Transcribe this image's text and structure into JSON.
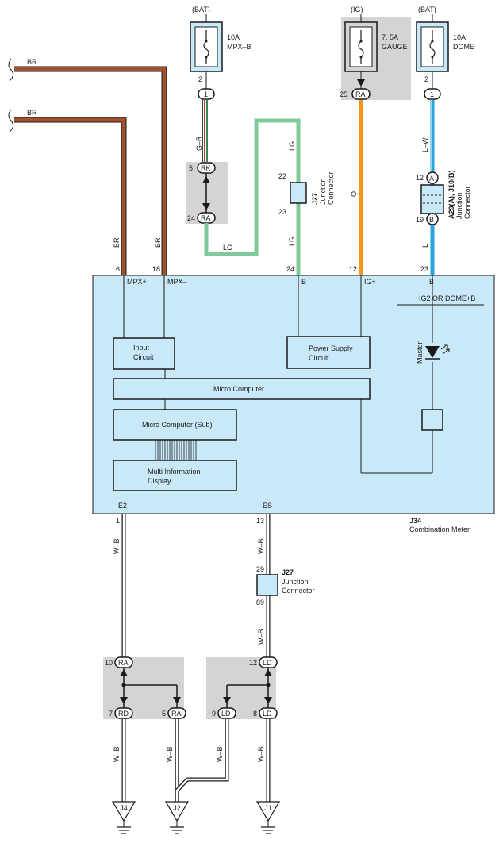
{
  "fuses": {
    "mpxb": {
      "source": "(BAT)",
      "rating": "10A",
      "name": "MPX–B",
      "pin": "2",
      "conn": "1"
    },
    "gauge": {
      "source": "(IG)",
      "rating": "7. 5A",
      "name": "GAUGE",
      "pin": "25",
      "conn": "RA"
    },
    "dome": {
      "source": "(BAT)",
      "rating": "10A",
      "name": "DOME",
      "pin": "2",
      "conn": "1"
    }
  },
  "wires": {
    "br": "BR",
    "gr": "G–R",
    "lg": "LG",
    "o": "O",
    "lw": "L–W",
    "l": "L",
    "wb": "W–B"
  },
  "connectors": {
    "rk": {
      "pin": "5",
      "label": "RK"
    },
    "ra_left": {
      "pin": "24",
      "label": "RA"
    },
    "j27_top": {
      "id": "J27",
      "line1": "Junction",
      "line2": "Connector",
      "pin_top": "22",
      "pin_bottom": "23"
    },
    "a29": {
      "id": "A29(A), J10(B)",
      "line1": "Junction",
      "line2": "Connector",
      "pin_top": "12",
      "label_top": "A",
      "pin_bottom": "19",
      "label_bottom": "B"
    },
    "j27_bottom": {
      "id": "J27",
      "line1": "Junction",
      "line2": "Connector",
      "pin_top": "29",
      "pin_bottom": "89"
    },
    "left_group": {
      "top_pin": "10",
      "top_label": "RA",
      "l_pin": "7",
      "l_label": "RD",
      "r_pin": "5",
      "r_label": "RA"
    },
    "right_group": {
      "top_pin": "12",
      "top_label": "LD",
      "l_pin": "9",
      "l_label": "LD",
      "r_pin": "8",
      "r_label": "LD"
    }
  },
  "meter": {
    "id": "J34",
    "name": "Combination Meter",
    "pins": {
      "mpx_plus": {
        "num": "6",
        "label": "MPX+"
      },
      "mpx_minus": {
        "num": "18",
        "label": "MPX–"
      },
      "b_lg": {
        "num": "24",
        "label": "B"
      },
      "ig": {
        "num": "12",
        "label": "IG+"
      },
      "b_dome": {
        "num": "23",
        "label": "B"
      },
      "e2": {
        "num": "1",
        "label": "E2"
      },
      "es": {
        "num": "13",
        "label": "ES"
      }
    },
    "ig2_label": "IG2 OR DOME+B",
    "master_label": "Master",
    "blocks": {
      "input1": "Input",
      "input2": "Circuit",
      "power1": "Power Supply",
      "power2": "Circuit",
      "micro": "Micro Computer",
      "micro_sub": "Micro Computer (Sub)",
      "mid1": "Multi Information",
      "mid2": "Display"
    }
  },
  "grounds": {
    "j4": "J4",
    "j2": "J2",
    "j1": "J1"
  },
  "colors": {
    "brown": "#a0522d",
    "green": "#7fc99a",
    "orange": "#f7941d",
    "blue": "#29a3dc",
    "panel": "#c9e8f8",
    "gray_box": "#d4d4d4"
  }
}
